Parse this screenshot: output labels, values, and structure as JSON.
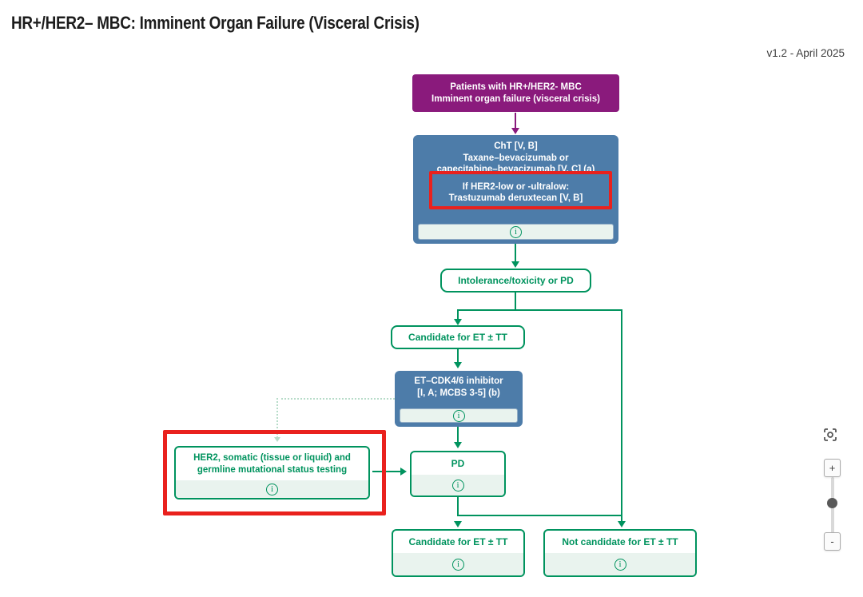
{
  "page": {
    "title": "HR+/HER2– MBC: Imminent Organ Failure (Visceral Crisis)",
    "version": "v1.2 - April 2025"
  },
  "colors": {
    "purple": "#8A1A7C",
    "blue": "#4D7CA9",
    "green": "#00935E",
    "green_light_bg": "#E9F3EE",
    "highlight_red": "#E9211D",
    "dotted_green": "#B7DCC9",
    "control_gray": "#555555"
  },
  "nodes": {
    "start": {
      "line1": "Patients with HR+/HER2- MBC",
      "line2": "Imminent organ failure (visceral crisis)"
    },
    "cht": {
      "line1": "ChT [V, B]",
      "line2": "Taxane–bevacizumab or",
      "line3": "capecitabine–bevacizumab [V, C] (a)",
      "line4": "If HER2-low or -ultralow:",
      "line5": "Trastuzumab deruxtecan [V, B]",
      "info": "i"
    },
    "intolerance": {
      "label": "Intolerance/toxicity or PD"
    },
    "candidate_mid": {
      "label": "Candidate for ET ± TT"
    },
    "et_cdk46": {
      "line1": "ET–CDK4/6 inhibitor",
      "line2": "[I, A; MCBS 3-5] (b)",
      "info": "i"
    },
    "pd": {
      "label": "PD",
      "info": "i"
    },
    "her2_testing": {
      "line1": "HER2, somatic (tissue or liquid) and",
      "line2": "germline mutational status testing",
      "info": "i"
    },
    "candidate_bottom": {
      "label": "Candidate for ET ± TT",
      "info": "i"
    },
    "not_candidate": {
      "label": "Not candidate for ET ± TT",
      "info": "i"
    }
  },
  "viewer_controls": {
    "zoom_in": "+",
    "zoom_out": "-"
  }
}
